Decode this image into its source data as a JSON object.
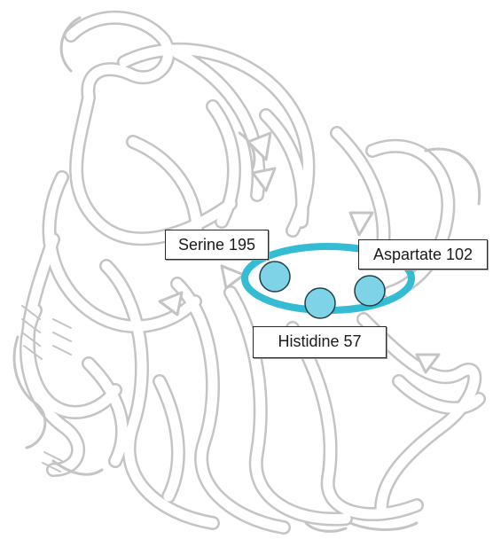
{
  "labels": {
    "serine": "Serine 195",
    "aspartate": "Aspartate 102",
    "histidine": "Histidine 57"
  },
  "colors": {
    "ribbon_fill": "#ffffff",
    "ribbon_stroke": "#bdbdbd",
    "active_site_ring": "#33bcd4",
    "residue_fill": "#7fd3e6",
    "residue_stroke": "#1f3f4a",
    "label_border": "#2a2a2a"
  }
}
